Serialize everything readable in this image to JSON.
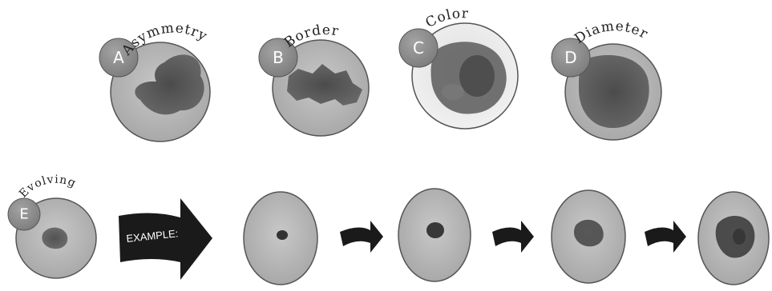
{
  "abcde": [
    {
      "letter": "A",
      "word": "Asymmetry"
    },
    {
      "letter": "B",
      "word": "Border"
    },
    {
      "letter": "C",
      "word": "Color"
    },
    {
      "letter": "D",
      "word": "Diameter"
    },
    {
      "letter": "E",
      "word": "Evolving"
    }
  ],
  "example_label": "EXAMPLE:",
  "colors": {
    "badge_fill": "#8c8c8c",
    "skin_fill": "#b8b8b8",
    "lesion_fill": "#4a4a4a",
    "arrow_fill": "#1a1a1a"
  },
  "icons": {
    "big_arrow": "right-arrow-icon",
    "small_arrow": "curved-right-arrow-icon"
  }
}
